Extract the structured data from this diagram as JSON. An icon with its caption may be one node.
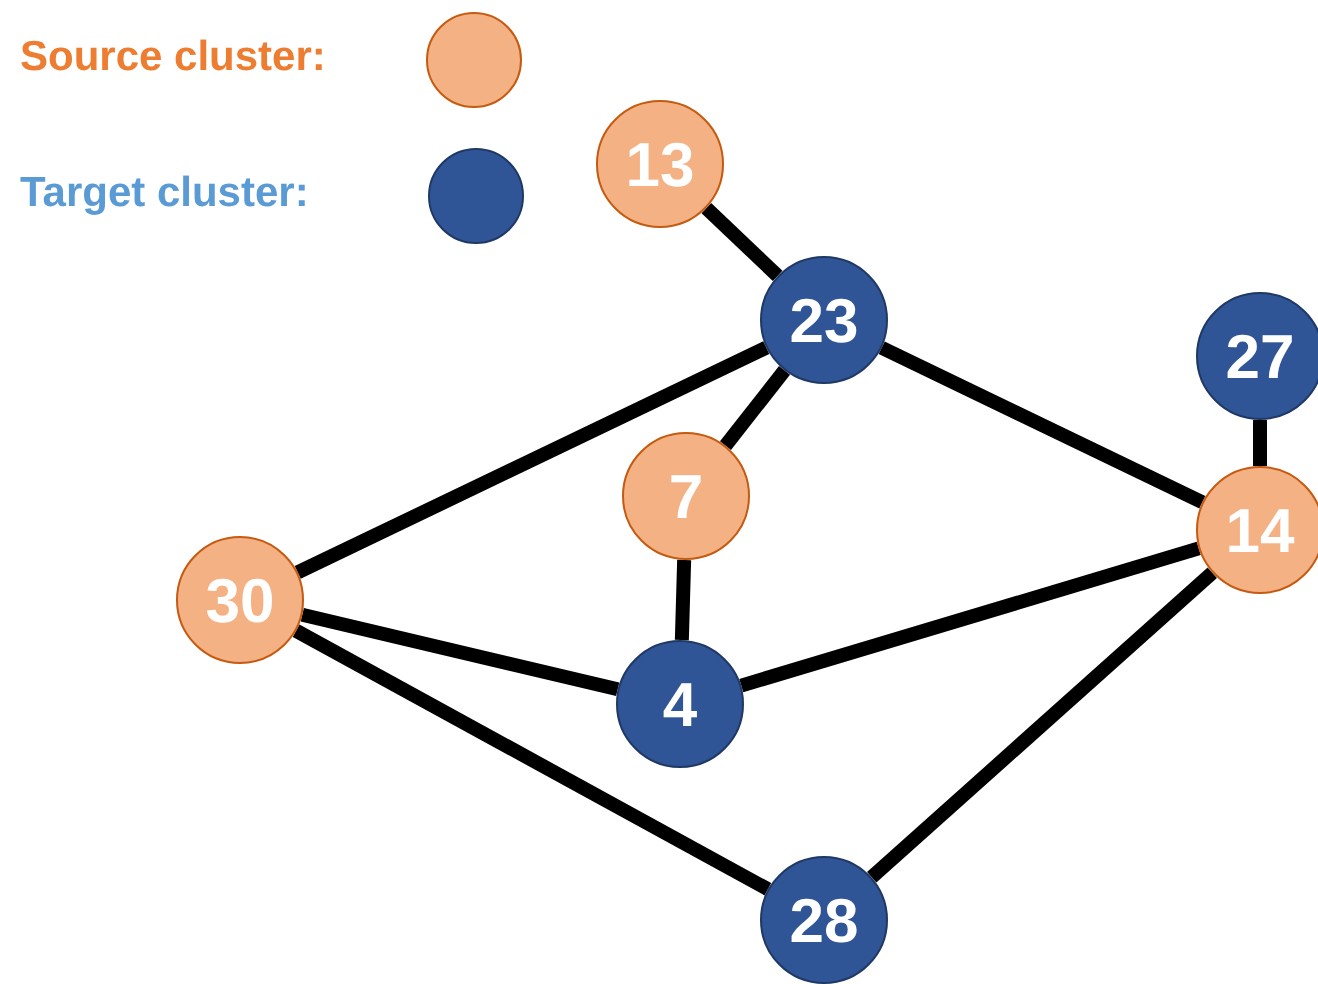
{
  "diagram": {
    "nodes": [
      {
        "text": [
          "13"
        ]
      },
      {
        "text": [
          "23"
        ]
      },
      {
        "text": [
          "27"
        ]
      },
      {
        "text": [
          "7"
        ]
      },
      {
        "text": [
          "14"
        ]
      },
      {
        "text": [
          "30"
        ]
      },
      {
        "text": [
          "4"
        ]
      },
      {
        "text": [
          "28"
        ]
      }
    ],
    "edges": [
      {
        "from": 0,
        "to": 1,
        "arrow": "none"
      },
      {
        "from": 1,
        "to": 5,
        "arrow": "none"
      },
      {
        "from": 1,
        "to": 3,
        "arrow": "none"
      },
      {
        "from": 1,
        "to": 4,
        "arrow": "none"
      },
      {
        "from": 2,
        "to": 4,
        "arrow": "none"
      },
      {
        "from": 3,
        "to": 6,
        "arrow": "none"
      },
      {
        "from": 5,
        "to": 6,
        "arrow": "none"
      },
      {
        "from": 6,
        "to": 4,
        "arrow": "none"
      },
      {
        "from": 5,
        "to": 7,
        "arrow": "none"
      },
      {
        "from": 7,
        "to": 4,
        "arrow": "none"
      }
    ],
    "legend": [
      {
        "text": "Source cluster:",
        "color": "#f4b183"
      },
      {
        "text": "Target cluster:",
        "color": "#2f5597"
      }
    ]
  }
}
